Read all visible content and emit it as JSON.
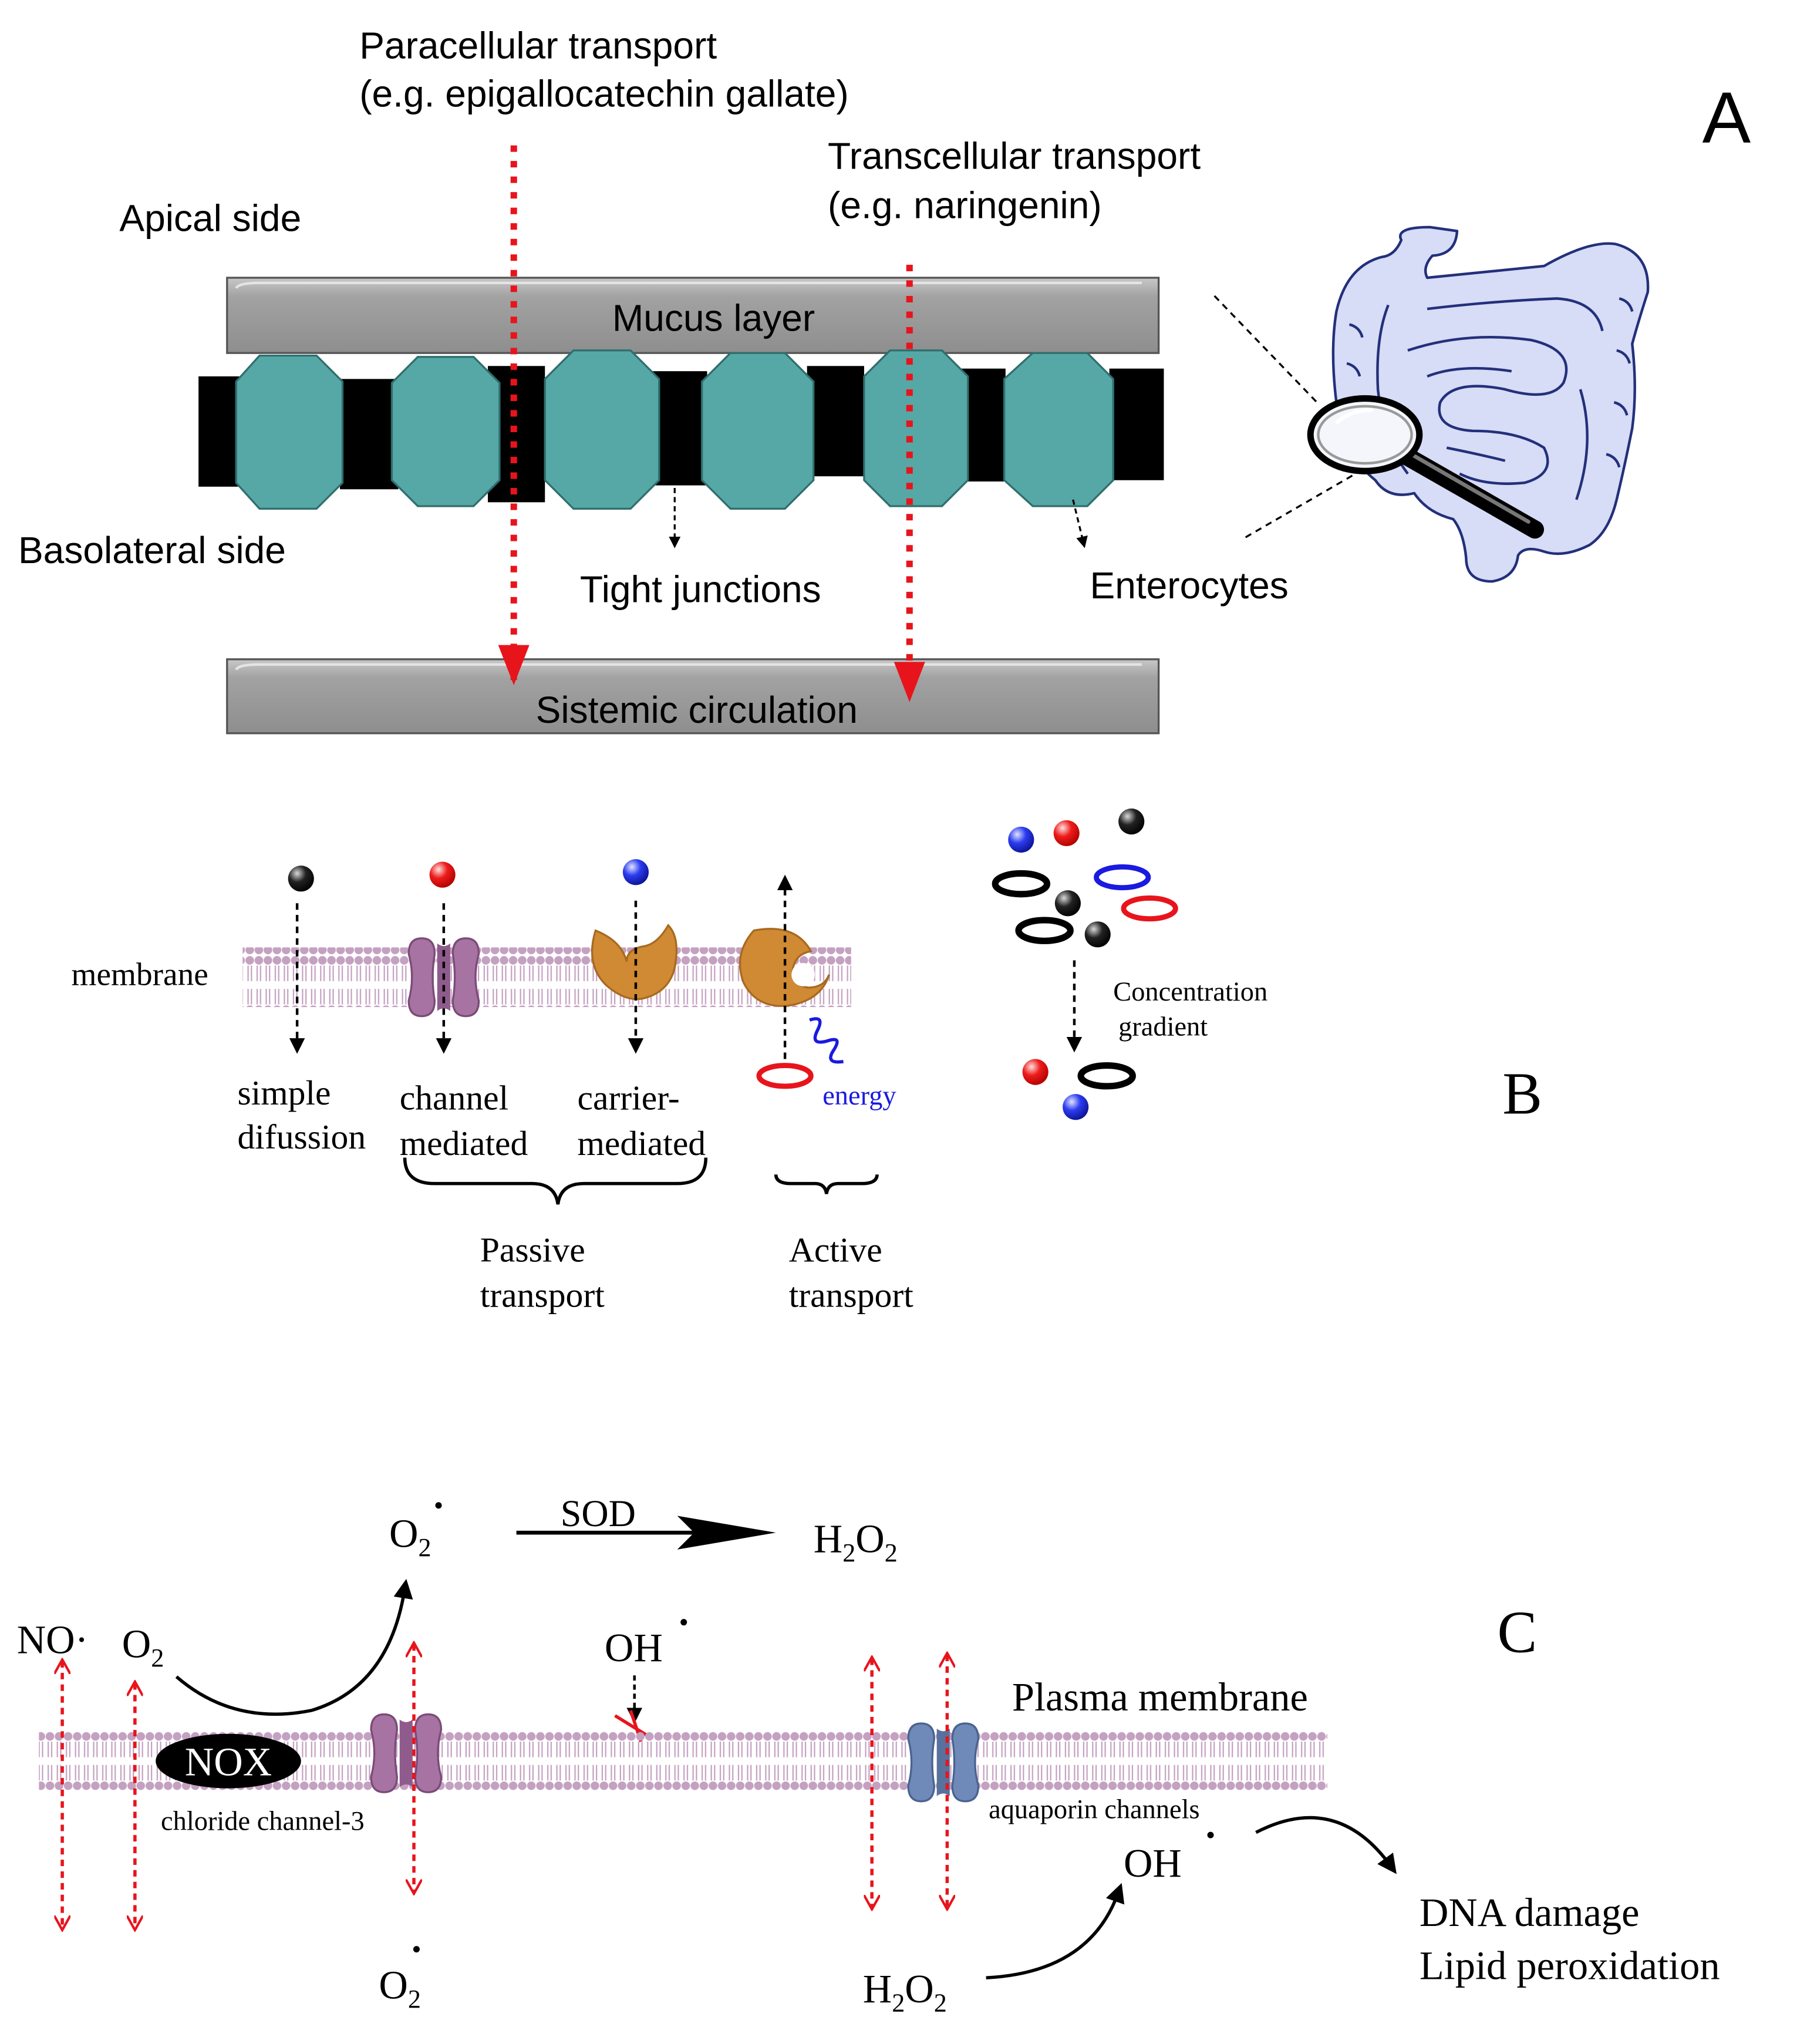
{
  "panel_a": {
    "letter": "A",
    "paracellular_title": "Paracellular transport",
    "paracellular_example": "(e.g. epigallocatechin gallate)",
    "transcellular_title": "Transcellular transport",
    "transcellular_example": "(e.g. naringenin)",
    "apical_side": "Apical side",
    "basolateral_side": "Basolateral side",
    "mucus_layer": "Mucus layer",
    "tight_junctions": "Tight junctions",
    "enterocytes": "Enterocytes",
    "circulation": "Sistemic circulation"
  },
  "panel_b": {
    "letter": "B",
    "membrane": "membrane",
    "simple_1": "simple",
    "simple_2": "difussion",
    "channel_1": "channel",
    "channel_2": "mediated",
    "carrier_1": "carrier-",
    "carrier_2": "mediated",
    "energy": "energy",
    "passive_1": "Passive",
    "passive_2": "transport",
    "active_1": "Active",
    "active_2": "transport",
    "gradient_1": "Concentration",
    "gradient_2": "gradient"
  },
  "panel_c": {
    "letter": "C",
    "superoxide_top": "O2",
    "sod": "SOD",
    "h2o2_top": "H2O2",
    "no_radical": "NO·",
    "oxygen": "O2",
    "hydroxyl_top": "OH",
    "plasma_membrane": "Plasma membrane",
    "nox": "NOX",
    "chloride_channel": "chloride channel-3",
    "aquaporin": "aquaporin channels",
    "hydroxyl_bottom": "OH",
    "dna_damage": "DNA damage",
    "lipid_peroxidation": "Lipid peroxidation",
    "superoxide_bottom": "O2",
    "h2o2_bottom": "H2O2"
  },
  "colors": {
    "epithelium_cell": "#56a8a6",
    "tight_junction": "#000000",
    "layer_gray": "#9a9a9a",
    "transport_arrow": "#e8141c",
    "membrane_lipid": "#c4a1c1",
    "channel_protein": "#a673a3",
    "carrier_protein": "#d08a34",
    "aquaporin": "#6f8ab8",
    "intestine_fill": "#d7dcf7",
    "intestine_stroke": "#23307a",
    "energy_blue": "#1a1ae0"
  },
  "icons": {
    "intestine": "intestine-icon",
    "magnifier": "magnifying-glass-icon"
  }
}
